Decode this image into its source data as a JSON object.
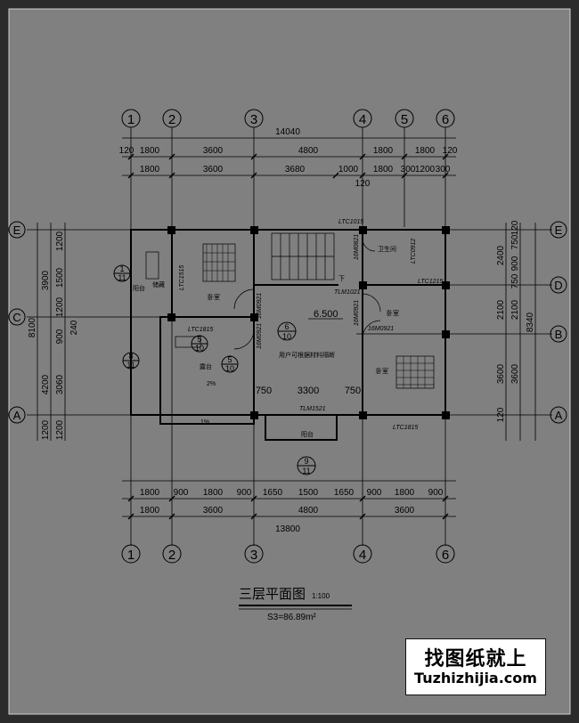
{
  "drawing": {
    "title": "三层平面图",
    "scale": "1:100",
    "area": "S3=86.89m²"
  },
  "axes": {
    "columns": [
      "1",
      "2",
      "3",
      "4",
      "5",
      "6"
    ],
    "rows": [
      "E",
      "D",
      "C",
      "B",
      "A"
    ]
  },
  "dims_top": {
    "total": "14040",
    "row1": [
      "120",
      "1800",
      "3600",
      "4800",
      "1800",
      "1800",
      "120"
    ],
    "row2": [
      "1800",
      "3600",
      "3680",
      "1000",
      "1800",
      "300",
      "1200",
      "300"
    ],
    "small": "120"
  },
  "dims_bottom": {
    "row1": [
      "1800",
      "900",
      "1800",
      "900",
      "1650",
      "1500",
      "1650",
      "900",
      "1800",
      "900"
    ],
    "row2": [
      "1800",
      "3600",
      "4800",
      "3600"
    ],
    "total": "13800"
  },
  "dims_left": {
    "inner": [
      "1200",
      "1500",
      "1200",
      "900",
      "3060",
      "1200"
    ],
    "mid": [
      "3900",
      "4200"
    ],
    "outer": "8100",
    "extra": "240"
  },
  "dims_right": {
    "inner": [
      "120",
      "750",
      "900",
      "750"
    ],
    "b": [
      "2400",
      "2100",
      "3600",
      "120"
    ],
    "c": [
      "2100",
      "3600"
    ],
    "outer": "8340"
  },
  "rooms": {
    "bedroom1": "卧室",
    "bedroom2": "卧室",
    "bedroom3": "卧室",
    "bath": "卫生间",
    "terrace": "露台",
    "balcony1": "阳台",
    "balcony2": "阳台",
    "closet": "储藏",
    "hall_note": "用户可根据材料隔断",
    "level": "6.500",
    "slope": "2%",
    "slope2": "1%",
    "down": "下"
  },
  "tags": {
    "ltc1015": "LTC1015",
    "ltc1515": "LTC1515",
    "ltc1815a": "LTC1815",
    "ltc1815b": "LTC1815",
    "ltc0912": "LTC0912",
    "ltc1215": "LTC1215",
    "m0821": "16M0821",
    "m0921a": "16M0921",
    "m0921b": "16M0921",
    "m0921c": "16M0921",
    "m0921d": "16M0921",
    "tlm1021": "TLM1021",
    "tlm1521": "TLM1521",
    "d750a": "750",
    "d3300": "3300",
    "d750b": "750"
  },
  "callouts": {
    "c1": {
      "top": "1",
      "bot": "11"
    },
    "c2": {
      "top": "8",
      "bot": "11"
    },
    "c3": {
      "top": "5",
      "bot": "10"
    },
    "c4": {
      "top": "5",
      "bot": "10"
    },
    "c5": {
      "top": "6",
      "bot": "10"
    },
    "c6": {
      "top": "9",
      "bot": "11"
    }
  },
  "watermark": {
    "cn": "找图纸就上",
    "en": "Tuzhizhijia.com"
  },
  "colors": {
    "background": "#808080",
    "line": "#000000",
    "frame_outer": "#2b2b2b"
  }
}
